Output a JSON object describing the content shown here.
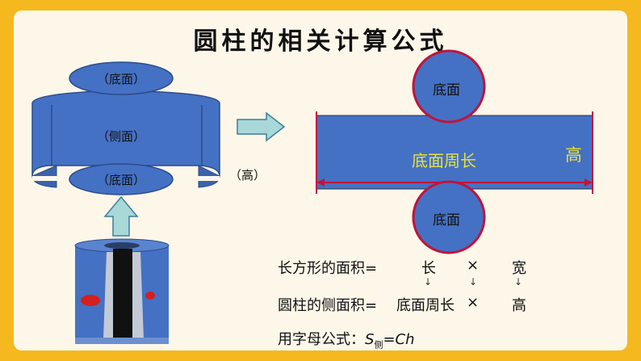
{
  "title": "圆柱的相关计算公式",
  "cylinder": {
    "top_label": "（底面）",
    "side_label": "（侧面）",
    "bottom_label": "（底面）",
    "height_label": "（高）"
  },
  "net": {
    "top_circle": "底面",
    "rect_label": "底面周长",
    "height_label": "高",
    "bottom_circle": "底面"
  },
  "formulas": {
    "rect_area_lhs": "长方形的面积=",
    "rect_len": "长",
    "times1": "×",
    "rect_width": "宽",
    "down_arrow": "↓",
    "side_area_lhs": "圆柱的侧面积=",
    "base_perimeter": "底面周长",
    "times2": "×",
    "height": "高",
    "letter_formula_label": "用字母公式：",
    "S": "S",
    "side_sub": "侧",
    "equals_Ch": "=Ch"
  },
  "colors": {
    "frame": "#f5b81e",
    "panel": "#fdf7e9",
    "blue": "#4471c4",
    "red_outline": "#c0143c",
    "arrow_fill": "#a8d8d8",
    "label_yellow": "#e8e23a"
  }
}
